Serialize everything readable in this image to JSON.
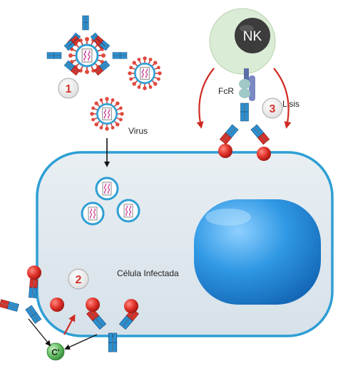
{
  "labels": {
    "nk": "NK",
    "fcr": "FcR",
    "lisis": "Lisis",
    "virus": "Virus",
    "cell": "Célula Infectada",
    "complement": "C'"
  },
  "steps": [
    "1",
    "2",
    "3"
  ],
  "colors": {
    "antibody_blue": "#2b8fd0",
    "antibody_red": "#d8322b",
    "cell_fill": "#dfe8ee",
    "cell_border": "#2e9fd4",
    "nucleus": "#1f86d6",
    "nk_cell": "#dbecd6",
    "nk_nucleus": "#3c3c3c",
    "complement": "#5cb85c",
    "arrow_red": "#cf2a22",
    "virus_rna": "#d0479a"
  },
  "icons": [
    "antibody-icon",
    "virus-icon",
    "nk-cell-icon",
    "fc-receptor-icon",
    "complement-icon",
    "step-badge-icon"
  ]
}
